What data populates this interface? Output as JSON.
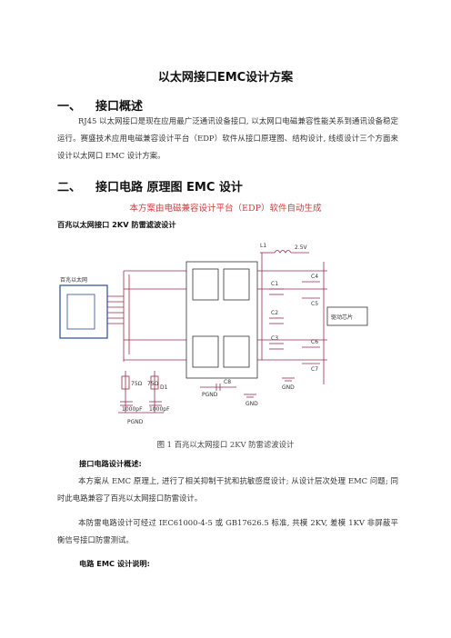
{
  "doc": {
    "title": "以太网接口EMC设计方案",
    "sec1": {
      "num": "一、",
      "heading": "接口概述"
    },
    "sec1_para": "RJ45 以太网接口是现在应用最广泛通讯设备接口, 以太网口电磁兼容性能关系到通讯设备稳定运行。赛盛技术应用电磁兼容设计平台（EDP）软件从接口原理图、结构设计, 线缆设计三个方面来设计以太网口 EMC 设计方案。",
    "sec2": {
      "num": "二、",
      "heading": "接口电路 原理图 EMC 设计"
    },
    "red_note": "本方案由电磁兼容设计平台（EDP）软件自动生成",
    "subtitle": "百兆以太网接口 2KV 防雷滤波设计",
    "figure_caption": "图 1    百兆以太网接口 2KV 防雷滤波设计",
    "overview_label": "接口电路设计概述:",
    "para2": "本方案从 EMC 原理上, 进行了相关抑制干扰和抗敏感度设计; 从设计层次处理 EMC 问题; 同时此电路兼容了百兆以太网接口防雷设计。",
    "para3": "本防雷电路设计可经过 IEC61000-4-5 或 GB17626.5 标准, 共模 2KV, 差模 1KV 非屏蔽平衡信号接口防雷测试。",
    "notes_label": "电路 EMC 设计说明:"
  },
  "schematic": {
    "connector_label": "百兆以太网",
    "chip_label": "驱动芯片",
    "L1": "L1",
    "v25": "2.5V",
    "C1": "C1",
    "C2": "C2",
    "C3": "C3",
    "C4": "C4",
    "C5": "C5",
    "C6": "C6",
    "C7": "C7",
    "C8": "C8",
    "D1": "D1",
    "R75a": "75Ω",
    "R75b": "75Ω",
    "cap1000a": "1000pF",
    "cap1000b": "1000pF",
    "pgnd": "PGND",
    "pgnd2": "PGND",
    "gnd": "GND",
    "gnd2": "GND"
  },
  "colors": {
    "wire": "#9a2a4a",
    "red_note": "#d63a3a",
    "text": "#333333"
  }
}
